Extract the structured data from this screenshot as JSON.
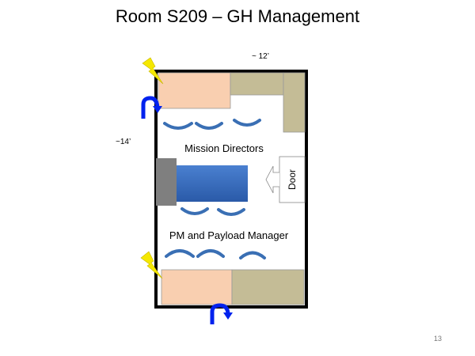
{
  "title": "Room S209 – GH Management",
  "dimensions": {
    "width_label": "~ 12’",
    "height_label": "~14’"
  },
  "zones": {
    "upper": "Mission Directors",
    "lower": "PM and Payload Manager"
  },
  "door_label": "Door",
  "page_number": "13",
  "colors": {
    "desk": "#f9cfb0",
    "counter": "#c4bc96",
    "table": "#3a6fc0",
    "chair": "#3a6fb4",
    "arrow": "#0022ee",
    "bolt": "#f5e800"
  }
}
